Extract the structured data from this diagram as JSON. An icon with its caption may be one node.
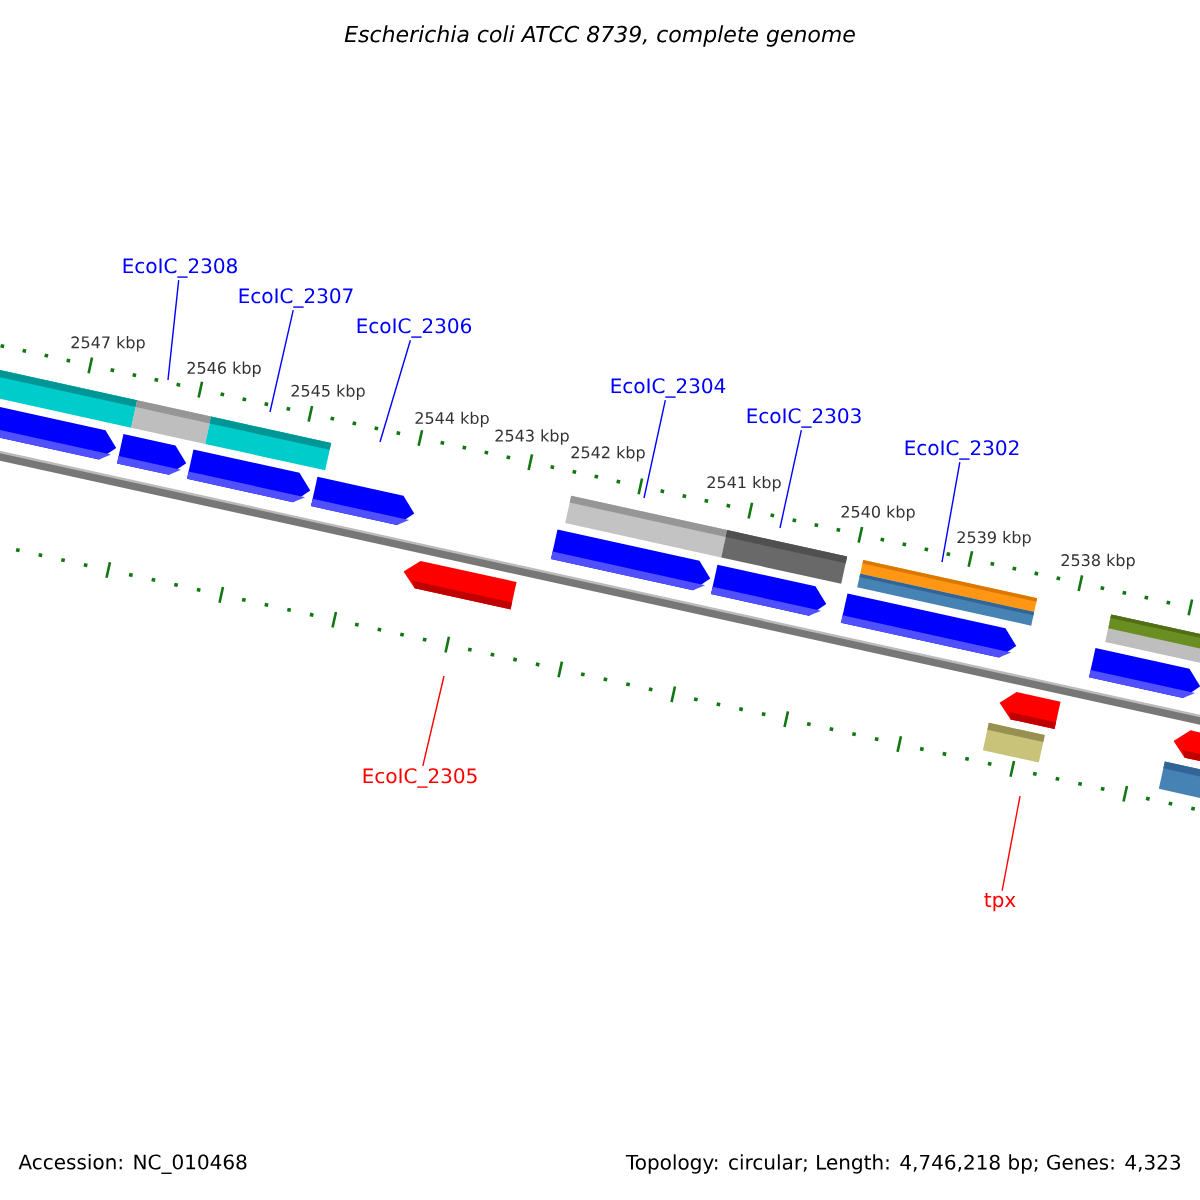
{
  "diagram": {
    "title": "Escherichia coli ATCC 8739, complete genome",
    "nodes": [
      {
        "text": [
          "EcoIC_2308"
        ]
      },
      {
        "text": [
          "EcoIC_2307"
        ]
      },
      {
        "text": [
          "EcoIC_2306"
        ]
      },
      {
        "text": [
          "EcoIC_2304"
        ]
      },
      {
        "text": [
          "EcoIC_2303"
        ]
      },
      {
        "text": [
          "EcoIC_2302"
        ]
      },
      {
        "text": [
          "EcoIC_2305"
        ]
      },
      {
        "text": [
          "tpx"
        ]
      }
    ],
    "edges": [
      {
        "from": 0,
        "to": null,
        "arrow": "none"
      },
      {
        "from": 1,
        "to": null,
        "arrow": "none"
      },
      {
        "from": 2,
        "to": null,
        "arrow": "none"
      },
      {
        "from": 3,
        "to": null,
        "arrow": "none"
      },
      {
        "from": 4,
        "to": null,
        "arrow": "none"
      },
      {
        "from": 5,
        "to": null,
        "arrow": "none"
      },
      {
        "from": 6,
        "to": null,
        "arrow": "none",
        "color": "#ff0000"
      },
      {
        "from": 7,
        "to": null,
        "arrow": "none",
        "color": "#ff0000"
      }
    ],
    "labels": [
      "2547 kbp",
      "2546 kbp",
      "2545 kbp",
      "2544 kbp",
      "2543 kbp",
      "2542 kbp",
      "2541 kbp",
      "2540 kbp",
      "2539 kbp",
      "2538 kbp",
      "Accession: NC_010468",
      "Topology: circular; Length: 4,746,218 bp; Genes: 4,323"
    ]
  }
}
